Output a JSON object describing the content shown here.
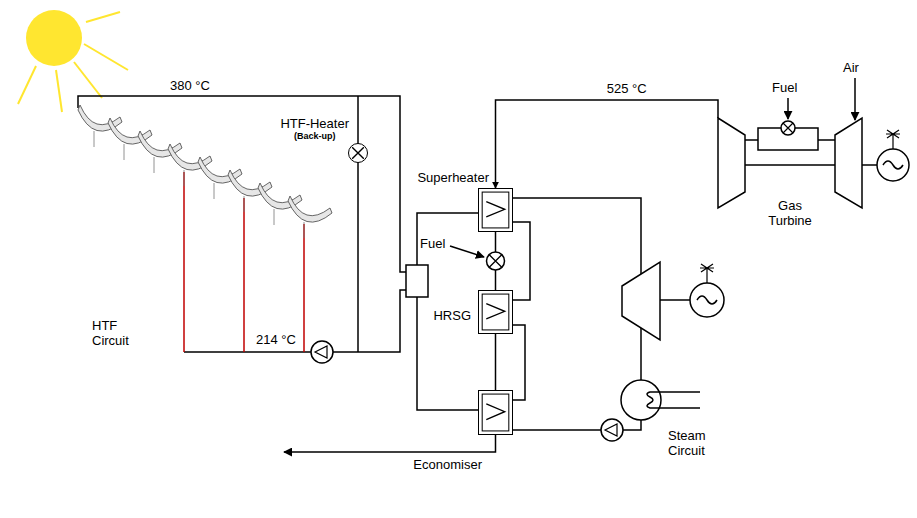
{
  "diagram": {
    "nodes": [
      {
        "text": [
          "Superheater"
        ]
      },
      {
        "text": [
          "HRSG"
        ]
      },
      {
        "text": [
          "Economiser"
        ]
      },
      {
        "text": [
          "Gas Turbine"
        ]
      },
      {
        "text": [
          "HTF-Heater",
          "(Back-up)"
        ]
      }
    ],
    "edges": [
      {
        "from": 3,
        "to": 0,
        "label": "525 °C",
        "arrow": "to"
      },
      {
        "from": 0,
        "to": 1,
        "arrow": "none"
      },
      {
        "from": 1,
        "to": 2,
        "arrow": "none"
      }
    ],
    "labels": [
      "380 °C",
      "HTF Circuit",
      "214 °C",
      "Fuel",
      "Steam Circuit",
      "Fuel",
      "Air"
    ]
  }
}
